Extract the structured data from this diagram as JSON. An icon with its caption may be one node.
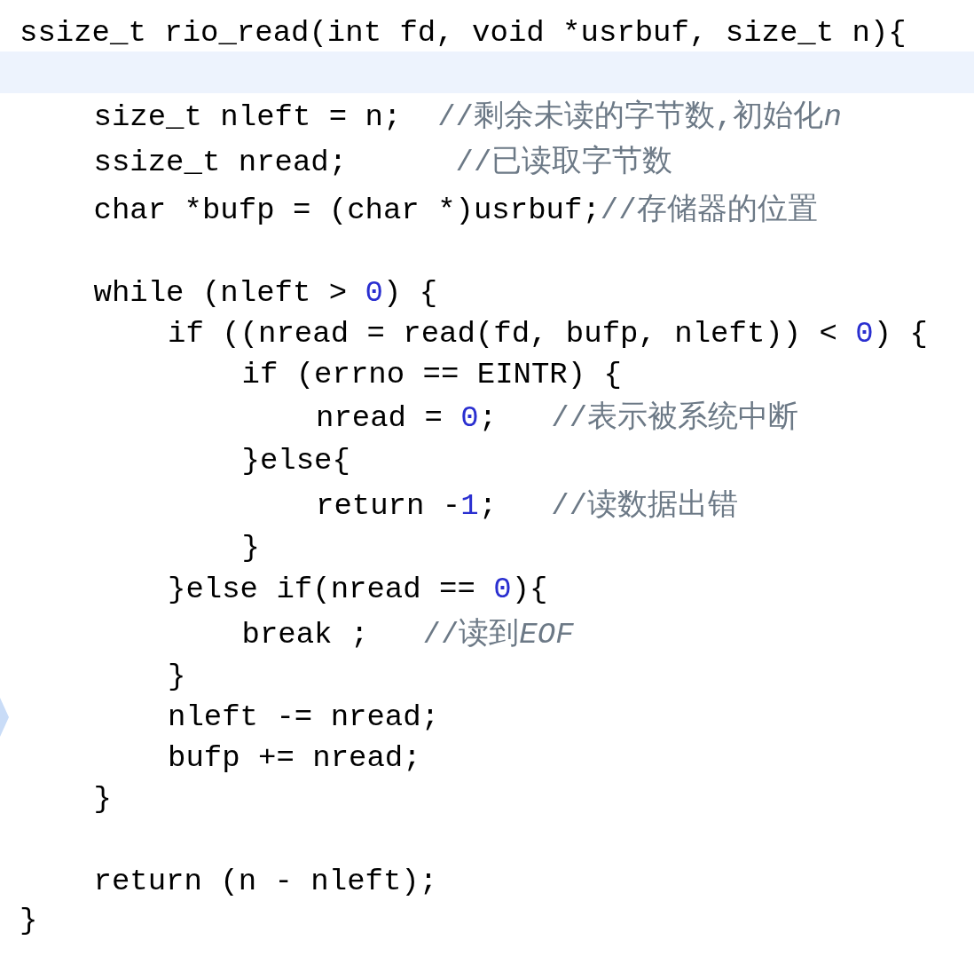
{
  "diagram": {
    "labels": [
      "ssize_t rio_read(int fd, void *usrbuf, size_t n){",
      "size_t nleft = n;  //剩余未读的字节数,初始化n",
      "ssize_t nread;      //已读取字节数",
      "char *bufp = (char *)usrbuf;//存储器的位置",
      "while (nleft > 0) {",
      "if ((nread = read(fd, bufp, nleft)) < 0) {",
      "if (errno == EINTR) {",
      "nread = 0;   //表示被系统中断",
      "}else{",
      "return -1;   //读数据出错",
      "}",
      "}else if(nread == 0){",
      "break ;   //读到EOF",
      "}",
      "nleft -= nread;",
      "bufp += nread;",
      "}",
      "return (n - nleft);",
      "}"
    ]
  }
}
